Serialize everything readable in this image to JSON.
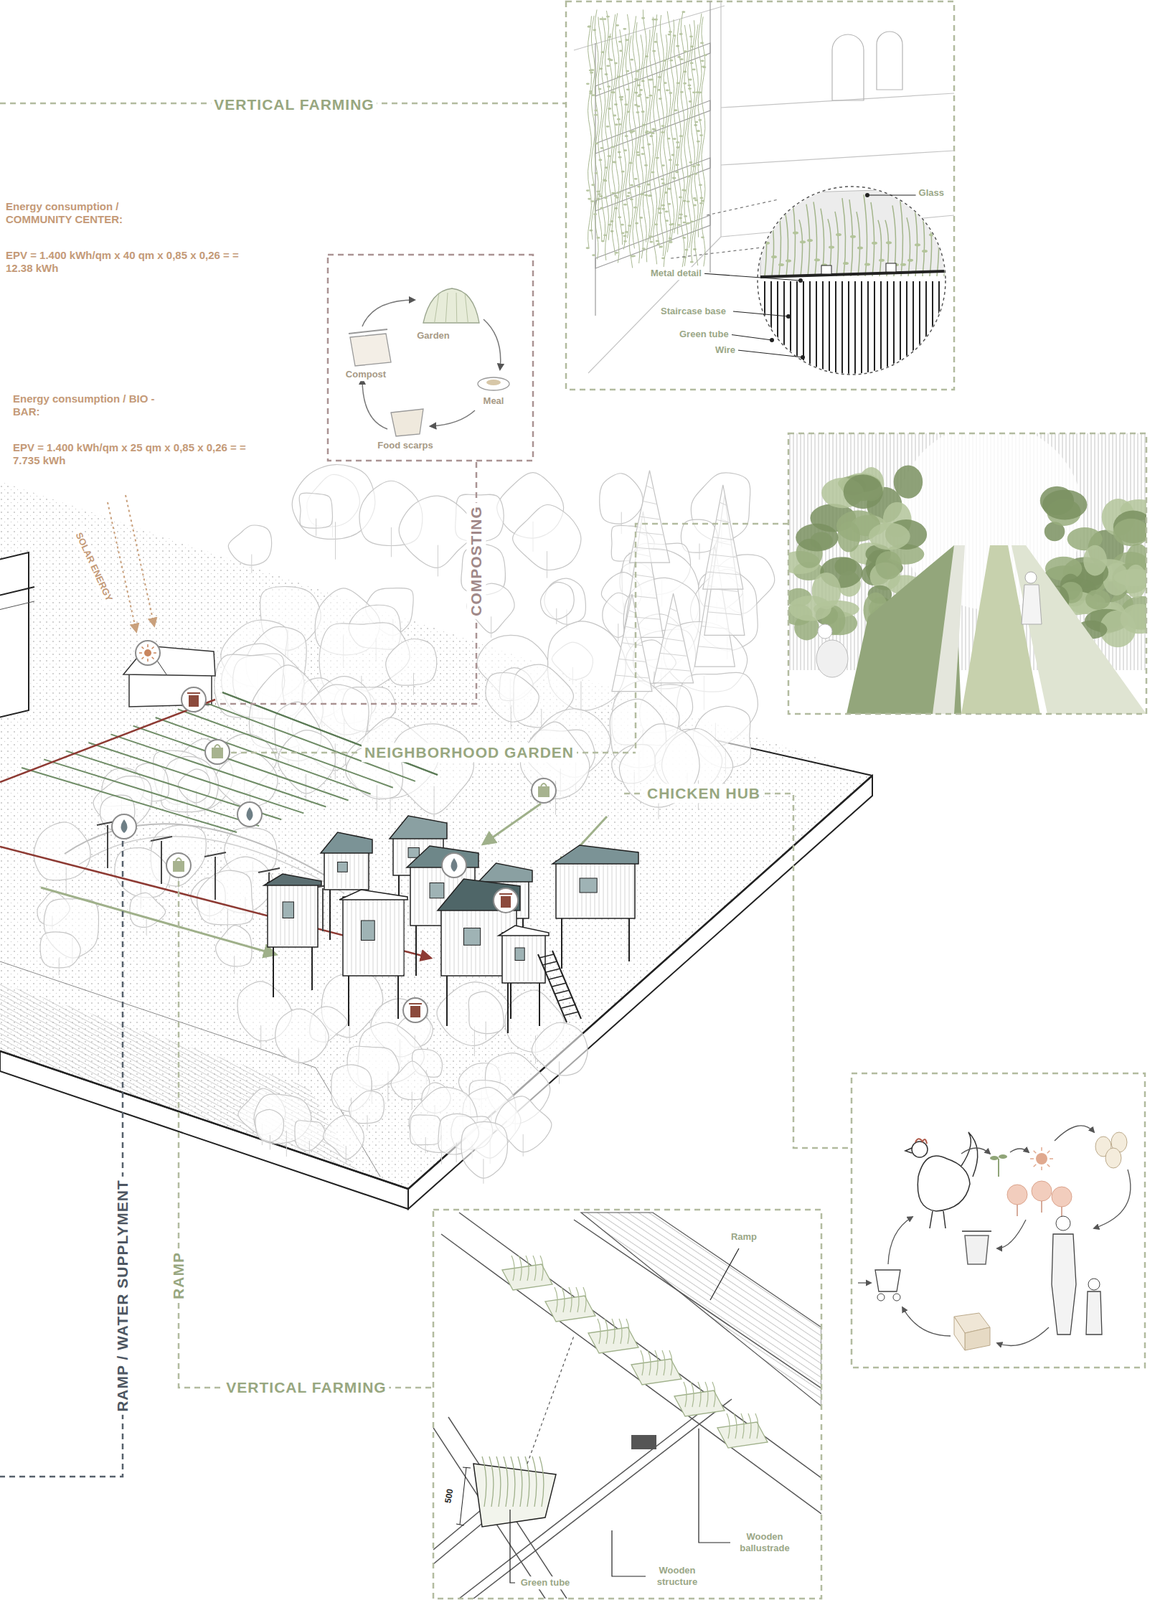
{
  "diagram": {
    "labels": [
      "VERTICAL FARMING",
      "Energy consumption / COMMUNITY CENTER:",
      "EPV = 1.400 kWh/qm x 40 qm x 0,85 x 0,26 = = 12.38 kWh",
      "Energy consumption / BIO - BAR:",
      "EPV = 1.400 kWh/qm x 25 qm x 0,85 x 0,26 = = 7.735 kWh",
      "Garden",
      "Compost",
      "Meal",
      "Food scarps",
      "COMPOSTING",
      "SOLAR ENERGY",
      "NEIGHBORHOOD GARDEN",
      "CHICKEN HUB",
      "Glass",
      "Metal detail",
      "Staircase base",
      "Green tube",
      "Wire",
      "RAMP / WATER SUPPLYMENT",
      "RAMP",
      "VERTICAL FARMING",
      "Ramp",
      "500",
      "Green tube",
      "Wooden structure",
      "Wooden ballustrade"
    ]
  }
}
